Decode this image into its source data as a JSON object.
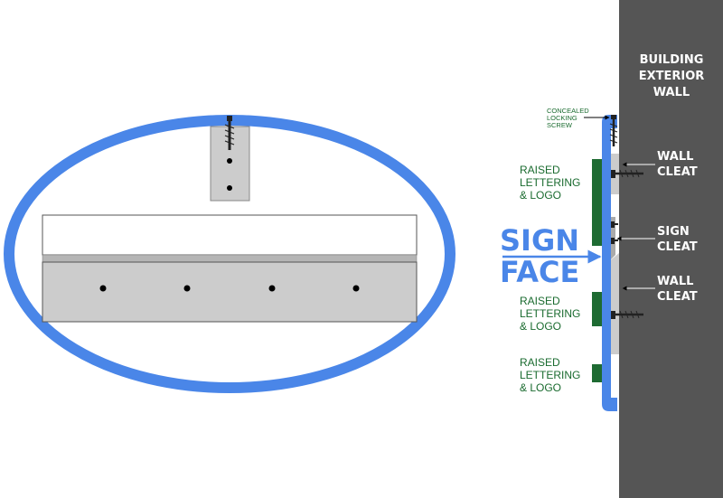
{
  "labels": {
    "building_wall": [
      "BUILDING",
      "EXTERIOR",
      "WALL"
    ],
    "concealed_screw": [
      "CONCEALED",
      "LOCKING",
      "SCREW"
    ],
    "raised_lettering": [
      "RAISED",
      "LETTERING",
      "& LOGO"
    ],
    "sign_face": [
      "SIGN",
      "FACE"
    ],
    "wall_cleat": [
      "WALL",
      "CLEAT"
    ],
    "sign_cleat": [
      "SIGN",
      "CLEAT"
    ]
  },
  "colors": {
    "sign_blue": "#4a86e8",
    "wall_gray": "#555555",
    "cleat_gray": "#cccccc",
    "logo_green": "#1e6b32",
    "label_green": "#1a6b2f"
  }
}
